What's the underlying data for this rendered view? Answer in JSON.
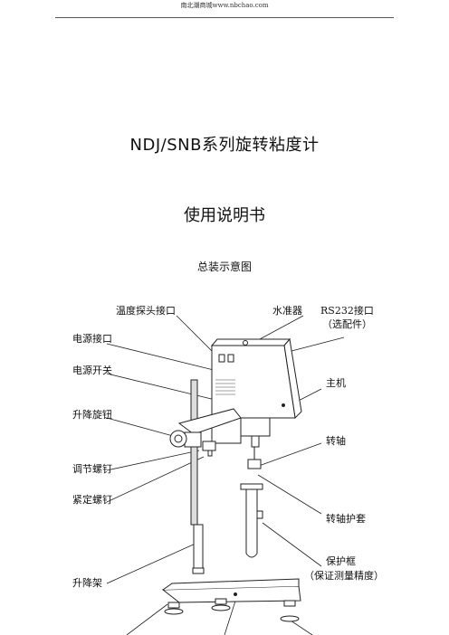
{
  "header": {
    "url_text": "南北潮商城www.nbchao.com"
  },
  "document": {
    "title": "NDJ/SNB系列旋转粘度计",
    "subtitle": "使用说明书",
    "section_heading": "总装示意图"
  },
  "diagram_labels": {
    "temp_probe_port": "温度探头接口",
    "level_bubble": "水准器",
    "rs232_port": "RS232接口",
    "rs232_optional": "（选配件）",
    "power_port": "电源接口",
    "power_switch": "电源开关",
    "main_unit": "主机",
    "lift_knob": "升降旋钮",
    "spindle": "转轴",
    "adjust_screw": "调节螺钉",
    "lock_screw": "紧定螺钉",
    "spindle_guard": "转轴护套",
    "protective_frame": "保护框",
    "protective_frame_note": "（保证测量精度）",
    "lift_stand": "升降架"
  }
}
